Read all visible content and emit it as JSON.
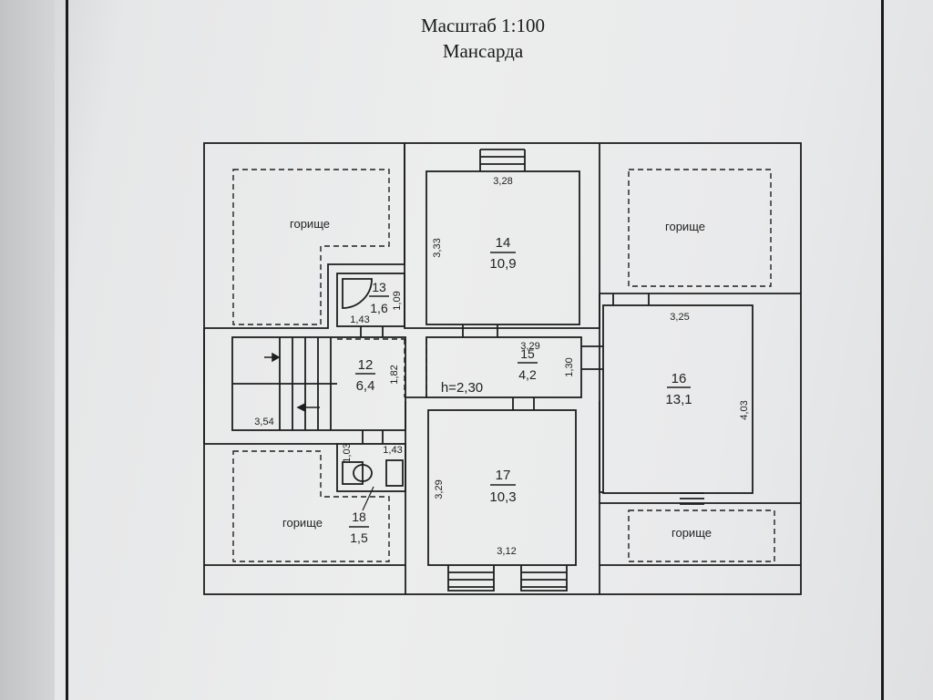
{
  "header": {
    "scale": "Масштаб 1:100",
    "floor": "Мансарда"
  },
  "attic_label": "горище",
  "rooms": {
    "r13": {
      "num": "13",
      "area": "1,6"
    },
    "r14": {
      "num": "14",
      "area": "10,9"
    },
    "r15": {
      "num": "15",
      "area": "4,2"
    },
    "r16": {
      "num": "16",
      "area": "13,1"
    },
    "r17": {
      "num": "17",
      "area": "10,3"
    },
    "r12": {
      "num": "12",
      "area": "6,4"
    },
    "r18": {
      "num": "18",
      "area": "1,5"
    }
  },
  "dimensions": {
    "d_328": "3,28",
    "d_333": "3,33",
    "d_109": "1,09",
    "d_143a": "1,43",
    "d_329a": "3,29",
    "d_130": "1,30",
    "d_325": "3,25",
    "d_403": "4,03",
    "d_182": "1,82",
    "d_354": "3,54",
    "d_103": "1,03",
    "d_143b": "1,43",
    "d_329b": "3,29",
    "d_312": "3,12"
  },
  "ceiling_height": "h=2,30",
  "colors": {
    "ink": "#1e1e1e",
    "paper": "#ecedee"
  }
}
